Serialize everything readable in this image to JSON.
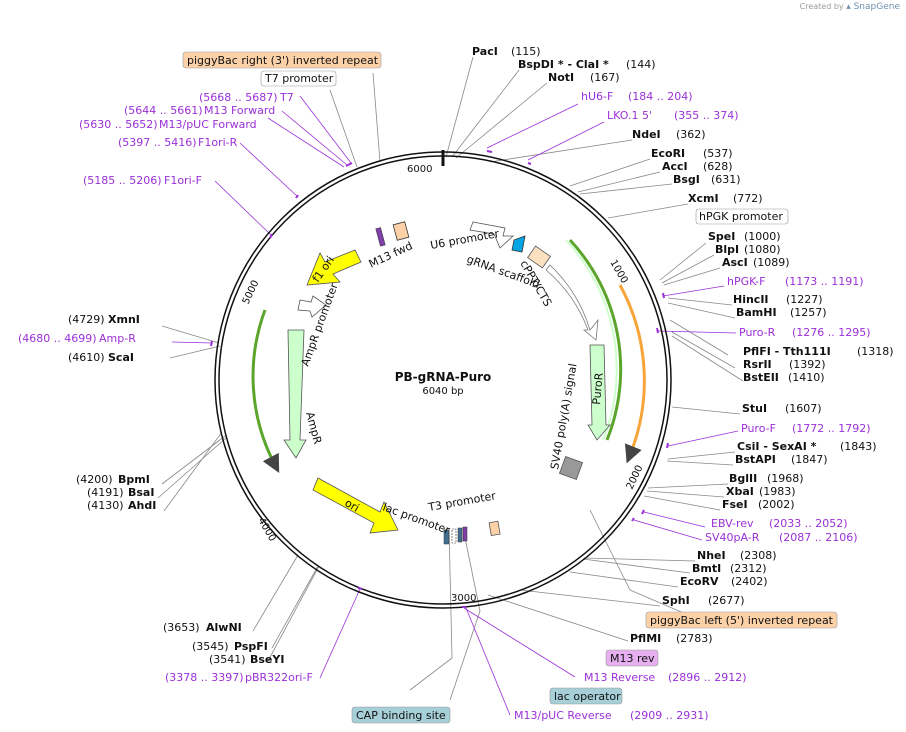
{
  "credit": {
    "prefix": "Created by",
    "brand": "SnapGene"
  },
  "plasmid": {
    "name": "PB-gRNA-Puro",
    "size": "6040 bp"
  },
  "ticks": [
    "1000",
    "2000",
    "3000",
    "4000",
    "5000",
    "6000"
  ],
  "features_labels": {
    "u6": "U6 promoter",
    "grna": "gRNA scaffold",
    "cppt": "cPPT/CTS",
    "sv40": "SV40 poly(A) signal",
    "puror": "PuroR",
    "lac_promoter": "lac promoter",
    "t3": "T3 promoter",
    "ori": "ori",
    "ampr": "AmpR",
    "ampr_promoter": "AmpR promoter",
    "f1ori": "f1 ori",
    "m13fwd": "M13 fwd"
  },
  "boxed_labels": {
    "pb_right": "piggyBac right (3') inverted repeat",
    "t7": "T7 promoter",
    "hpgk": "hPGK promoter",
    "pb_left": "piggyBac left (5') inverted repeat",
    "m13rev": "M13 rev",
    "lacop": "lac operator",
    "cap": "CAP binding site"
  },
  "colors": {
    "pb": "#fcd1a8",
    "m13rev": "#e6b0f0",
    "lacop": "#a6cfd8",
    "cap": "#a6cfd8",
    "primer": "#9b30d8",
    "yellow": "#ffff00",
    "green": "#ccffcc",
    "puro_arc": "#5aa52a",
    "orange": "#f7a53b"
  },
  "sites": {
    "paci": {
      "name": "PacI",
      "pos": "(115)"
    },
    "bspdi": {
      "name": "BspDI * - ClaI *",
      "pos": "(144)"
    },
    "noti": {
      "name": "NotI",
      "pos": "(167)"
    },
    "ndei": {
      "name": "NdeI",
      "pos": "(362)"
    },
    "ecori": {
      "name": "EcoRI",
      "pos": "(537)"
    },
    "acci": {
      "name": "AccI",
      "pos": "(628)"
    },
    "bsgi": {
      "name": "BsgI",
      "pos": "(631)"
    },
    "xcmi": {
      "name": "XcmI",
      "pos": "(772)"
    },
    "spei": {
      "name": "SpeI",
      "pos": "(1000)"
    },
    "blpi": {
      "name": "BlpI",
      "pos": "(1080)"
    },
    "asci": {
      "name": "AscI",
      "pos": "(1089)"
    },
    "hincii": {
      "name": "HincII",
      "pos": "(1227)"
    },
    "bamhi": {
      "name": "BamHI",
      "pos": "(1257)"
    },
    "pflfi": {
      "name": "PflFI - Tth111I",
      "pos": "(1318)"
    },
    "rsrii": {
      "name": "RsrII",
      "pos": "(1392)"
    },
    "bsteii": {
      "name": "BstEII",
      "pos": "(1410)"
    },
    "stui": {
      "name": "StuI",
      "pos": "(1607)"
    },
    "csii": {
      "name": "CsiI - SexAI *",
      "pos": "(1843)"
    },
    "bstapi": {
      "name": "BstAPI",
      "pos": "(1847)"
    },
    "bglii": {
      "name": "BglII",
      "pos": "(1968)"
    },
    "xbai": {
      "name": "XbaI",
      "pos": "(1983)"
    },
    "fsei": {
      "name": "FseI",
      "pos": "(2002)"
    },
    "nhei": {
      "name": "NheI",
      "pos": "(2308)"
    },
    "bmti": {
      "name": "BmtI",
      "pos": "(2312)"
    },
    "ecorv": {
      "name": "EcoRV",
      "pos": "(2402)"
    },
    "sphi": {
      "name": "SphI",
      "pos": "(2677)"
    },
    "pflmi": {
      "name": "PflMI",
      "pos": "(2783)"
    },
    "alwni": {
      "name": "AlwNI",
      "pos": "(3653)"
    },
    "pspfi": {
      "name": "PspFI",
      "pos": "(3545)"
    },
    "bseyi": {
      "name": "BseYI",
      "pos": "(3541)"
    },
    "bpmi": {
      "name": "BpmI",
      "pos": "(4200)"
    },
    "bsai": {
      "name": "BsaI",
      "pos": "(4191)"
    },
    "ahdi": {
      "name": "AhdI",
      "pos": "(4130)"
    },
    "xmni": {
      "name": "XmnI",
      "pos": "(4729)"
    },
    "scai": {
      "name": "ScaI",
      "pos": "(4610)"
    }
  },
  "primers": {
    "hu6f": {
      "name": "hU6-F",
      "range": "(184 .. 204)"
    },
    "lko": {
      "name": "LKO.1 5'",
      "range": "(355 .. 374)"
    },
    "hpgkf": {
      "name": "hPGK-F",
      "range": "(1173 .. 1191)"
    },
    "puror": {
      "name": "Puro-R",
      "range": "(1276 .. 1295)"
    },
    "purof": {
      "name": "Puro-F",
      "range": "(1772 .. 1792)"
    },
    "ebvrev": {
      "name": "EBV-rev",
      "range": "(2033 .. 2052)"
    },
    "sv40par": {
      "name": "SV40pA-R",
      "range": "(2087 .. 2106)"
    },
    "m13reverse": {
      "name": "M13 Reverse",
      "range": "(2896 .. 2912)"
    },
    "m13pucrev": {
      "name": "M13/pUC Reverse",
      "range": "(2909 .. 2931)"
    },
    "pbr322": {
      "name": "pBR322ori-F",
      "range": "(3378 .. 3397)"
    },
    "ampr": {
      "name": "Amp-R",
      "range": "(4680 .. 4699)"
    },
    "f1orif": {
      "name": "F1ori-F",
      "range": "(5185 .. 5206)"
    },
    "f1orir": {
      "name": "F1ori-R",
      "range": "(5397 .. 5416)"
    },
    "m13puc": {
      "name": "M13/pUC Forward",
      "range": "(5630 .. 5652)"
    },
    "m13fwd": {
      "name": "M13 Forward",
      "range": "(5644 .. 5661)"
    },
    "t7": {
      "name": "T7",
      "range": "(5668 .. 5687)"
    }
  }
}
